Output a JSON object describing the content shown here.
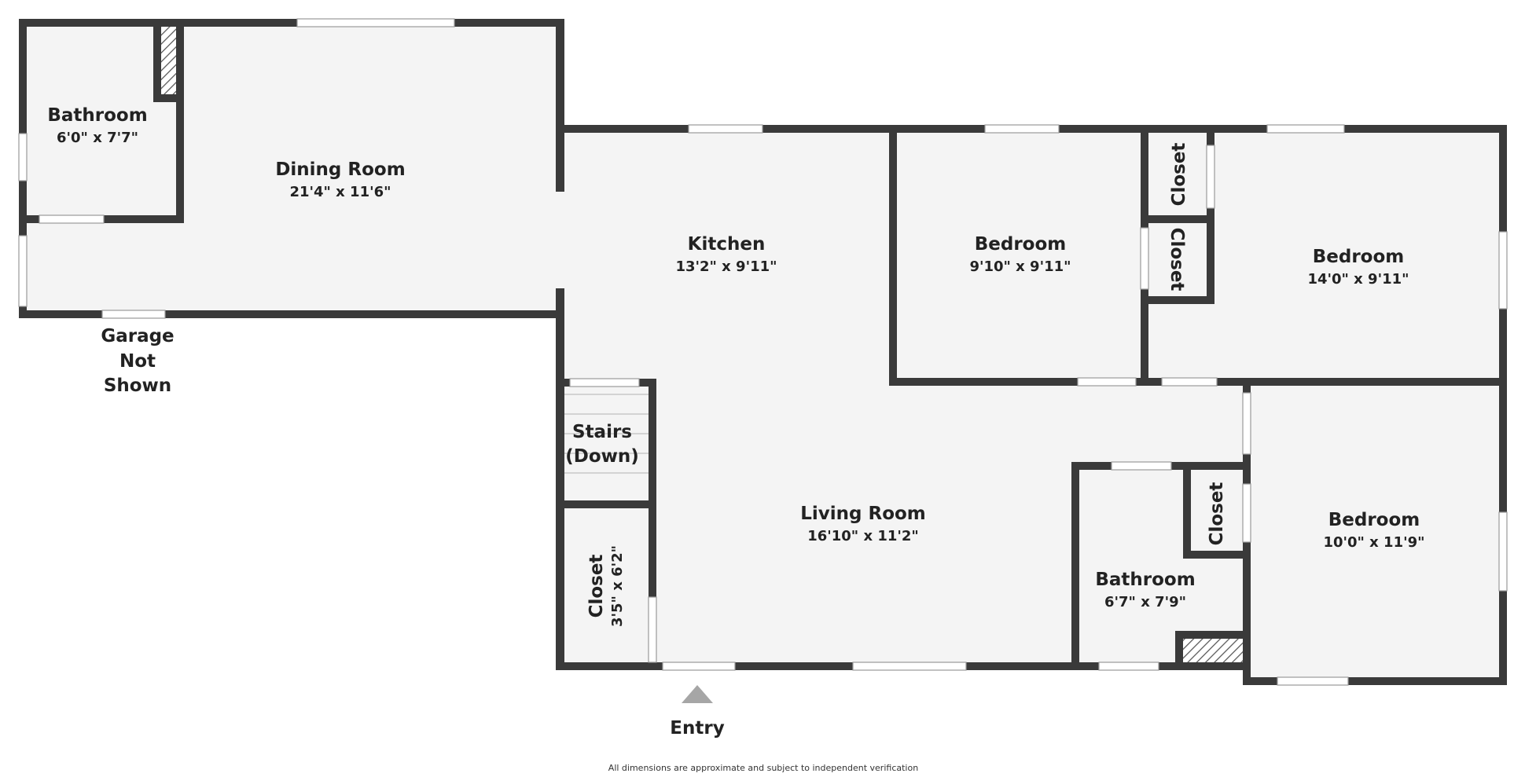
{
  "floor_plan": {
    "colors": {
      "wall": "#3a3a3a",
      "floor": "#f4f4f4",
      "window": "#ffffff",
      "window_line": "#9a9a9a",
      "entry_arrow": "#a6a6a6",
      "text": "#222222"
    },
    "rooms": {
      "bathroom_upper": {
        "name": "Bathroom",
        "dims": "6'0\" x 7'7\""
      },
      "dining_room": {
        "name": "Dining Room",
        "dims": "21'4\" x 11'6\""
      },
      "kitchen": {
        "name": "Kitchen",
        "dims": "13'2\" x 9'11\""
      },
      "bedroom_middle": {
        "name": "Bedroom",
        "dims": "9'10\" x 9'11\""
      },
      "bedroom_right": {
        "name": "Bedroom",
        "dims": "14'0\" x 9'11\""
      },
      "closet_upper": {
        "name": "Closet"
      },
      "closet_lower": {
        "name": "Closet"
      },
      "stairs": {
        "name_line1": "Stairs",
        "name_line2": "(Down)"
      },
      "closet_hall": {
        "name": "Closet",
        "dims": "3'5\" x 6'2\""
      },
      "living_room": {
        "name": "Living Room",
        "dims": "16'10\" x 11'2\""
      },
      "bathroom_lower": {
        "name": "Bathroom",
        "dims": "6'7\" x 7'9\""
      },
      "closet_bath": {
        "name": "Closet"
      },
      "bedroom_lower": {
        "name": "Bedroom",
        "dims": "10'0\" x 11'9\""
      }
    },
    "garage_note": {
      "line1": "Garage",
      "line2": "Not",
      "line3": "Shown"
    },
    "entry_label": "Entry",
    "disclaimer": "All dimensions are approximate and subject to independent verification"
  }
}
